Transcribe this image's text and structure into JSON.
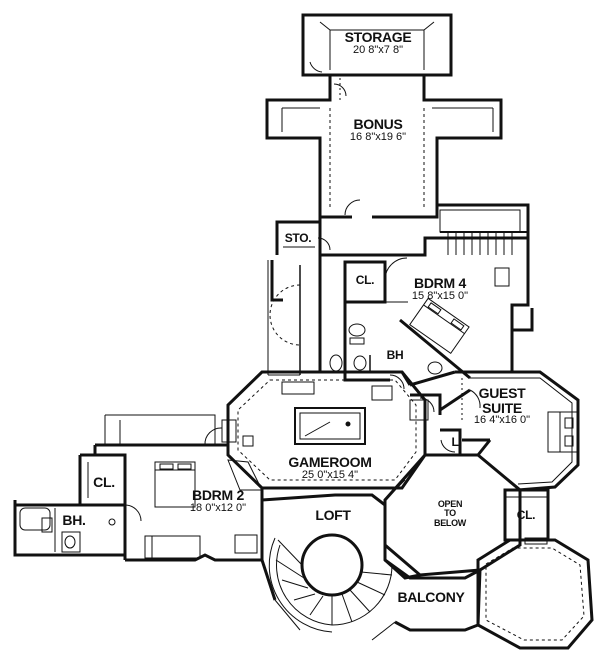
{
  "rooms": {
    "storage": {
      "name": "STORAGE",
      "dims": "20 8\"x7 8\""
    },
    "bonus": {
      "name": "BONUS",
      "dims": "16 8\"x19 6\""
    },
    "sto": {
      "name": "STO."
    },
    "cl_top": {
      "name": "CL."
    },
    "bdrm4": {
      "name": "BDRM 4",
      "dims": "15 8\"x15 0\""
    },
    "bh_mid": {
      "name": "BH"
    },
    "guest1": {
      "name": "GUEST"
    },
    "guest2": {
      "name": "SUITE",
      "dims": "16 4\"x16 0\""
    },
    "l": {
      "name": "L"
    },
    "gameroom": {
      "name": "GAMEROOM",
      "dims": "25 0\"x15 4\""
    },
    "cl_left": {
      "name": "CL."
    },
    "bdrm2": {
      "name": "BDRM 2",
      "dims": "18 0\"x12 0\""
    },
    "bh_left": {
      "name": "BH."
    },
    "loft": {
      "name": "LOFT"
    },
    "open1": {
      "name": "OPEN"
    },
    "open2": {
      "name": "TO"
    },
    "open3": {
      "name": "BELOW"
    },
    "cl_right": {
      "name": "CL."
    },
    "balcony": {
      "name": "BALCONY"
    }
  }
}
